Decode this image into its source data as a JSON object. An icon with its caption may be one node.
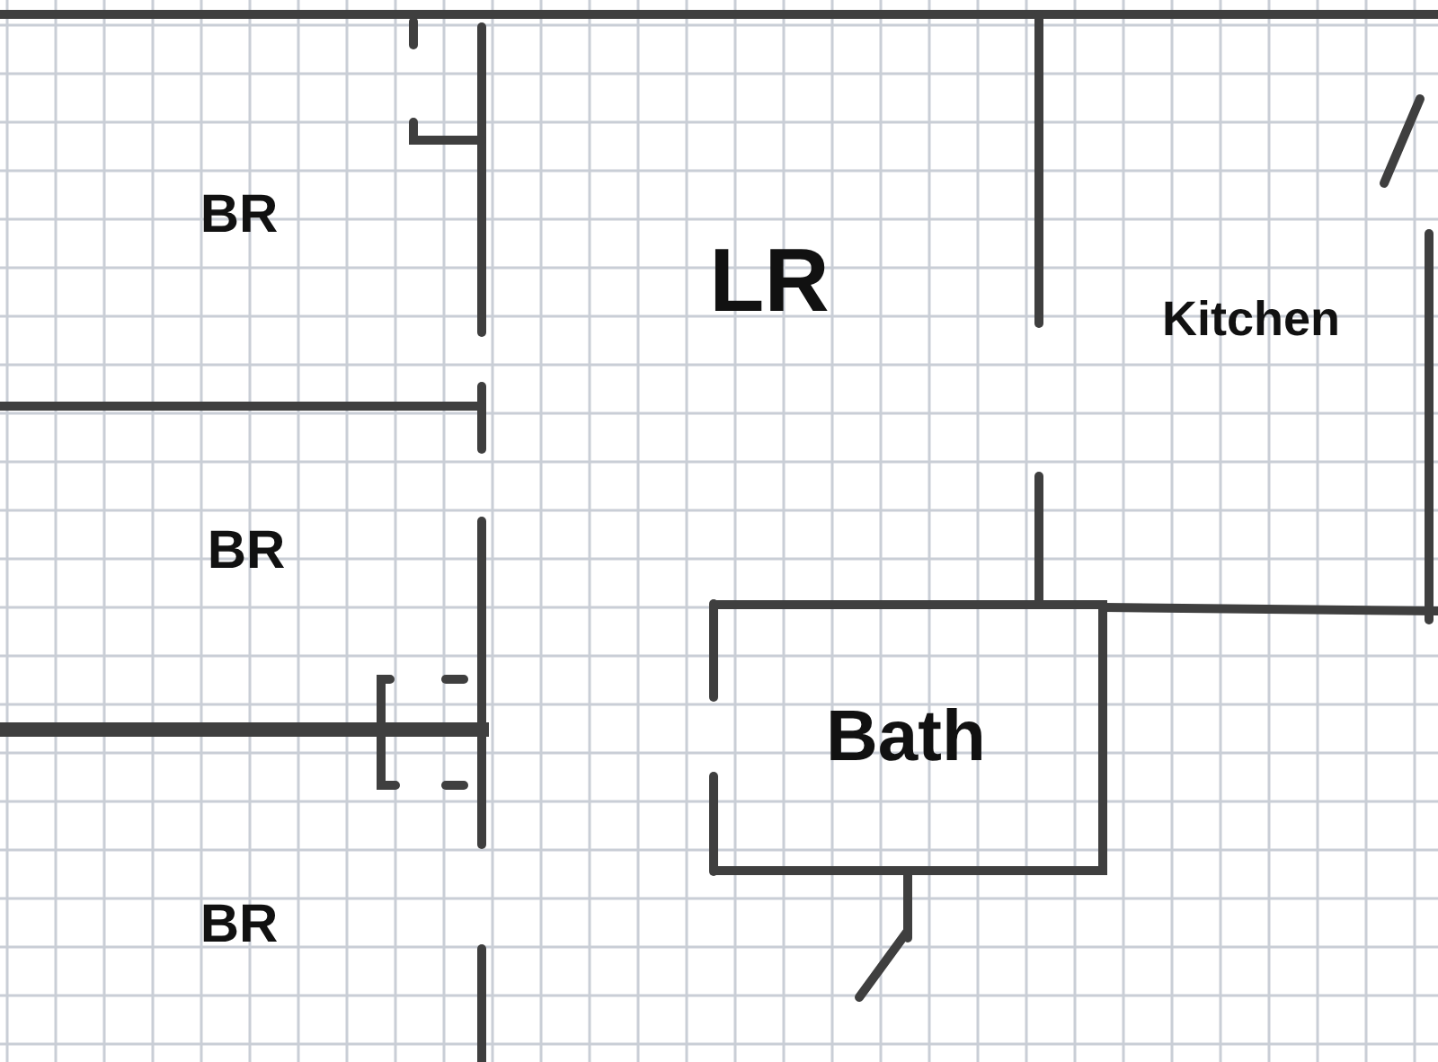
{
  "diagram": {
    "nodes": [
      {
        "text": [
          "Bath"
        ]
      }
    ],
    "labels": [
      "BR",
      "LR",
      "Kitchen",
      "BR",
      "BR"
    ]
  }
}
